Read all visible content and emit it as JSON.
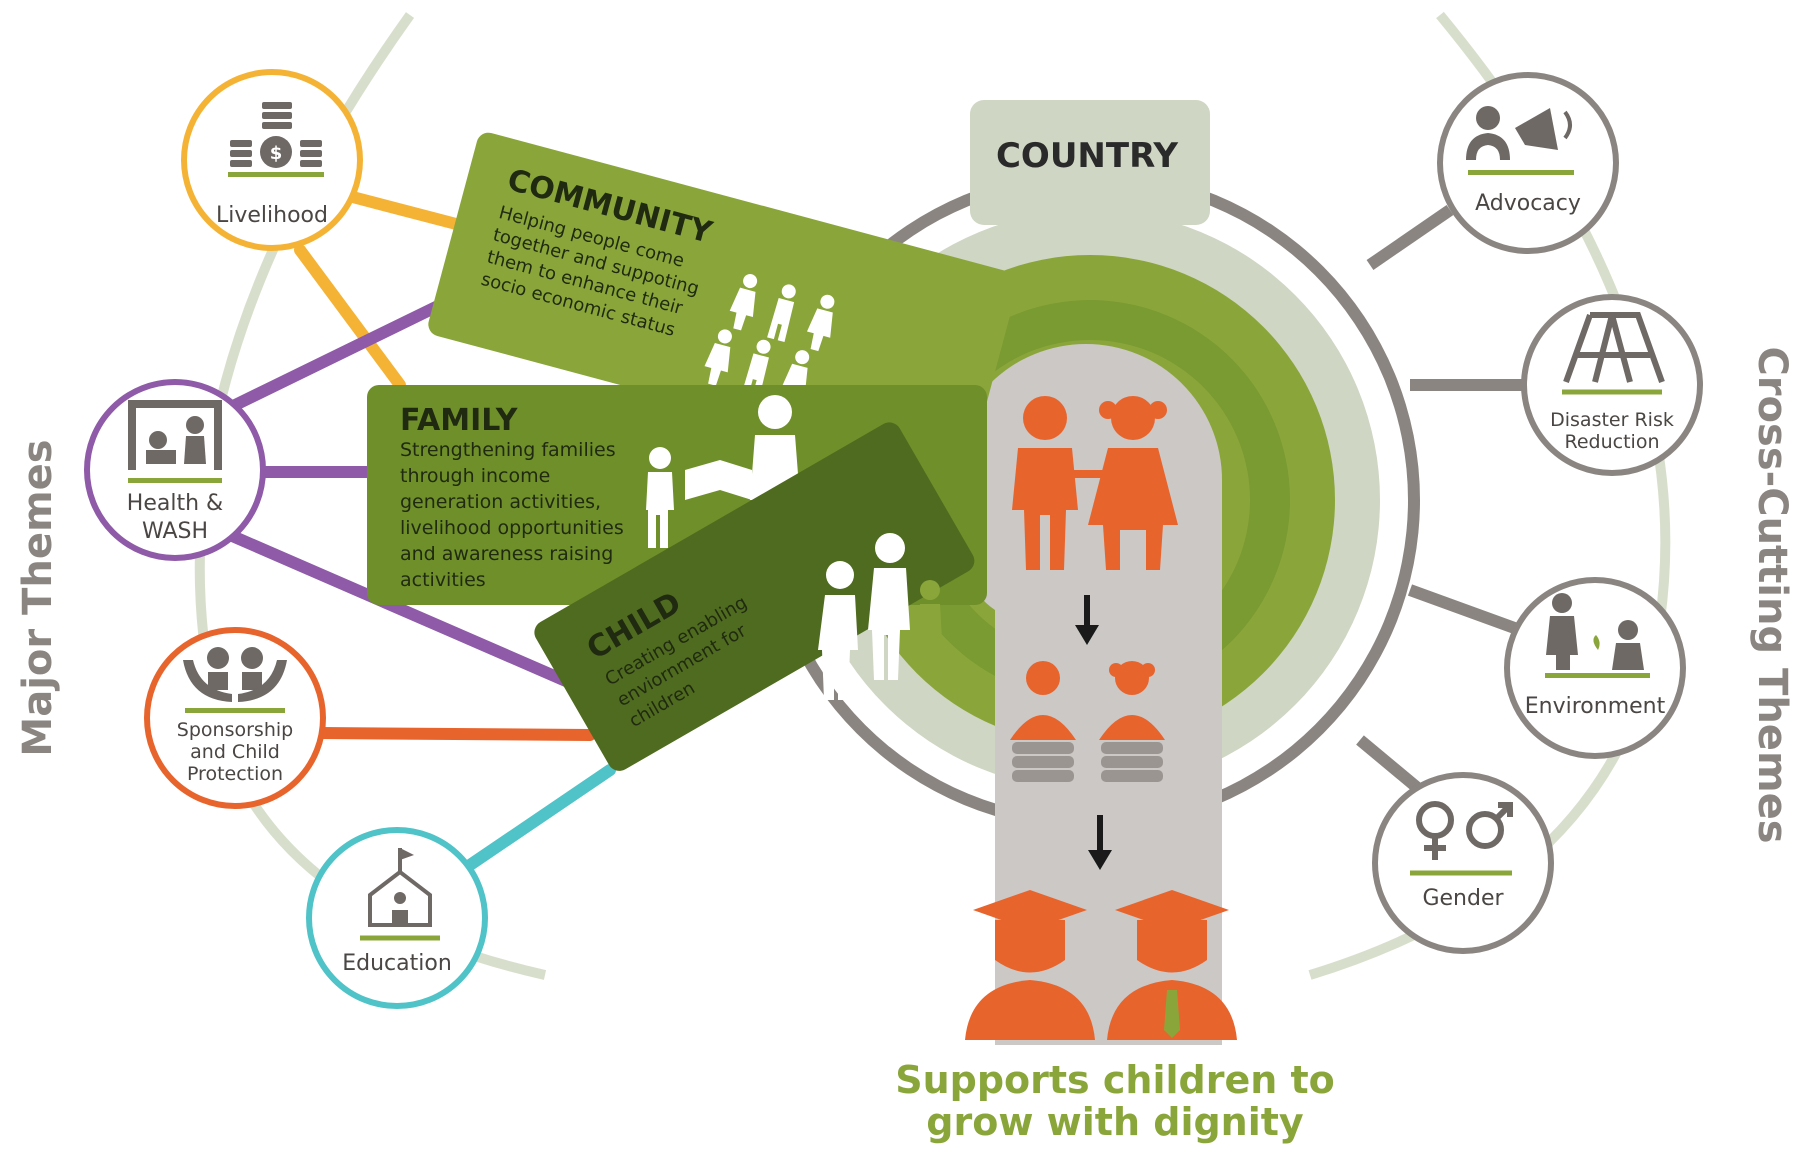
{
  "side_labels": {
    "major": "Major Themes",
    "cross": "Cross-Cutting Themes"
  },
  "country": "COUNTRY",
  "panels": {
    "community": {
      "title": "COMMUNITY",
      "lines": [
        "Helping people come",
        "together and suppoting",
        "them to enhance their",
        "socio economic status"
      ]
    },
    "family": {
      "title": "FAMILY",
      "lines": [
        "Strengthening families",
        "through income",
        "generation activities,",
        "livelihood opportunities",
        "and awareness raising",
        "activities"
      ]
    },
    "child": {
      "title": "CHILD",
      "lines": [
        "Creating enabling",
        "enviornment for",
        "children"
      ]
    }
  },
  "major_themes": [
    {
      "label": [
        "Livelihood"
      ],
      "icon": "money-stack-icon",
      "color": "#f5b335"
    },
    {
      "label": [
        "Health &",
        "WASH"
      ],
      "icon": "health-care-icon",
      "color": "#8f5aa8"
    },
    {
      "label": [
        "Sponsorship",
        "and Child",
        "Protection"
      ],
      "icon": "hands-protect-children-icon",
      "color": "#e8642d"
    },
    {
      "label": [
        "Education"
      ],
      "icon": "school-icon",
      "color": "#4fc3c7"
    }
  ],
  "cross_themes": [
    {
      "label": [
        "Advocacy"
      ],
      "icon": "megaphone-icon"
    },
    {
      "label": [
        "Disaster Risk",
        "Reduction"
      ],
      "icon": "shelter-icon"
    },
    {
      "label": [
        "Environment"
      ],
      "icon": "planting-icon"
    },
    {
      "label": [
        "Gender"
      ],
      "icon": "gender-symbols-icon"
    }
  ],
  "tagline": [
    "Supports children to",
    "grow with dignity"
  ],
  "colors": {
    "green": "#8aa63a",
    "dark_green": "#5d7f25",
    "grey": "#8a8580",
    "light_grey": "#cfd6c4",
    "orange": "#e8642d"
  }
}
